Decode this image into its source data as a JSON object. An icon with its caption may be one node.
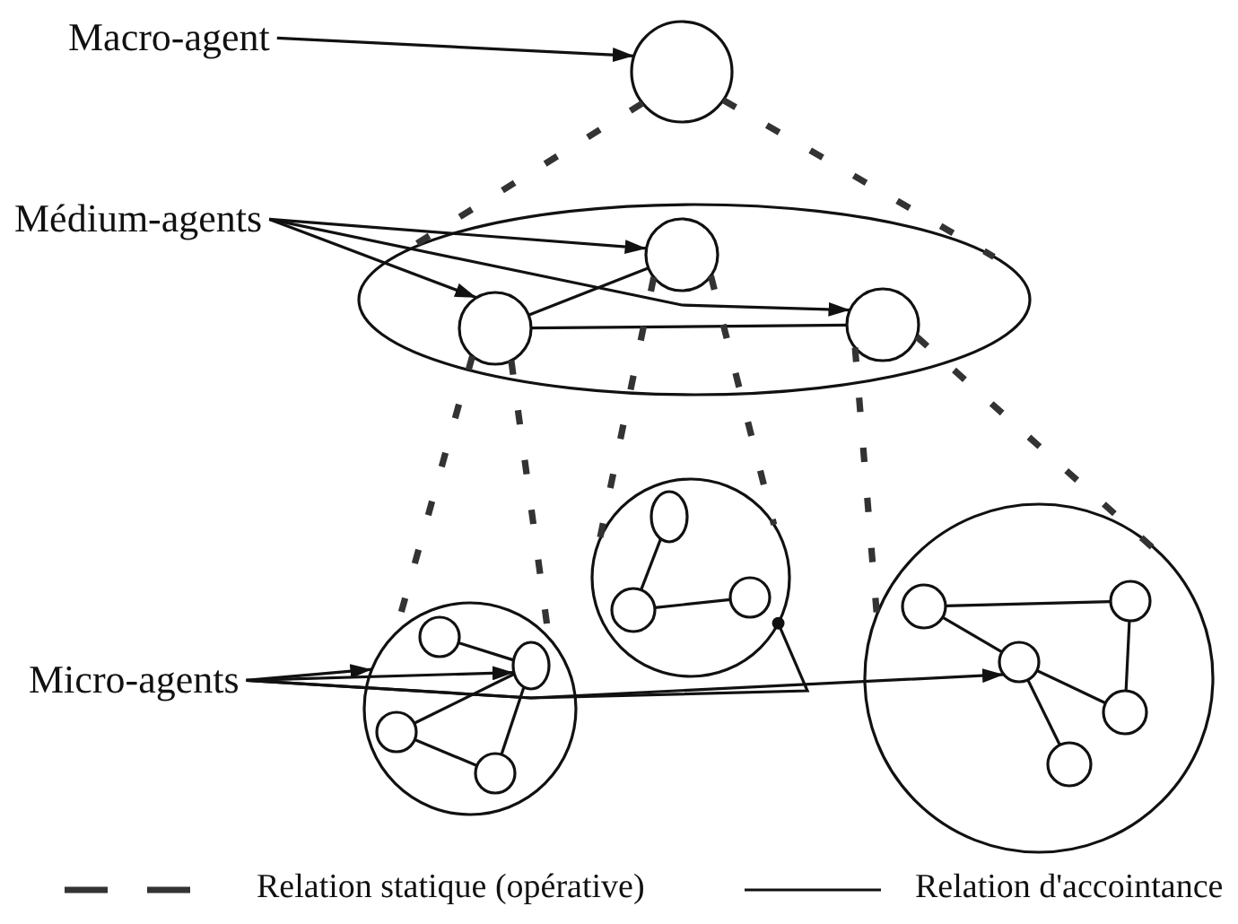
{
  "diagram": {
    "nodes": [
      {
        "text": [
          "Macro-agent"
        ]
      },
      {
        "text": [],
        "shape": "circle"
      },
      {
        "text": [
          "Médium-agents"
        ]
      },
      {
        "text": [],
        "shape": "ellipse"
      },
      {
        "text": [],
        "shape": "circle",
        "in": 3
      },
      {
        "text": [],
        "shape": "circle",
        "in": 3
      },
      {
        "text": [],
        "shape": "circle",
        "in": 3
      },
      {
        "text": [
          "Micro-agents"
        ]
      },
      {
        "text": [],
        "shape": "circle"
      },
      {
        "text": [],
        "shape": "circle",
        "in": 8
      },
      {
        "text": [],
        "shape": "ellipse",
        "in": 8
      },
      {
        "text": [],
        "shape": "circle",
        "in": 8
      },
      {
        "text": [],
        "shape": "circle",
        "in": 8
      },
      {
        "text": [],
        "shape": "circle"
      },
      {
        "text": [],
        "shape": "ellipse",
        "in": 13
      },
      {
        "text": [],
        "shape": "circle",
        "in": 13
      },
      {
        "text": [],
        "shape": "circle",
        "in": 13
      },
      {
        "text": [],
        "shape": "circle"
      },
      {
        "text": [],
        "shape": "circle",
        "in": 17
      },
      {
        "text": [],
        "shape": "circle",
        "in": 17
      },
      {
        "text": [],
        "shape": "circle",
        "in": 17
      },
      {
        "text": [],
        "shape": "circle",
        "in": 17
      },
      {
        "text": [],
        "shape": "circle",
        "in": 17
      }
    ],
    "edges": [
      {
        "from": 4,
        "to": 5,
        "arrow": "none"
      },
      {
        "from": 4,
        "to": 6,
        "arrow": "none"
      },
      {
        "from": 9,
        "to": 10,
        "arrow": "none"
      },
      {
        "from": 10,
        "to": 11,
        "arrow": "none"
      },
      {
        "from": 10,
        "to": 12,
        "arrow": "none"
      },
      {
        "from": 11,
        "to": 12,
        "arrow": "none"
      },
      {
        "from": 14,
        "to": 15,
        "arrow": "none"
      },
      {
        "from": 15,
        "to": 16,
        "arrow": "none"
      },
      {
        "from": 18,
        "to": 19,
        "arrow": "none"
      },
      {
        "from": 18,
        "to": 20,
        "arrow": "none"
      },
      {
        "from": 20,
        "to": 21,
        "arrow": "none"
      },
      {
        "from": 19,
        "to": 21,
        "arrow": "none"
      },
      {
        "from": 20,
        "to": 22,
        "arrow": "none"
      },
      {
        "from": 1,
        "to": 3,
        "arrow": "none",
        "style": "dashed"
      },
      {
        "from": 1,
        "to": 3,
        "arrow": "none",
        "style": "dashed"
      },
      {
        "from": 4,
        "to": 8,
        "arrow": "none",
        "style": "dashed"
      },
      {
        "from": 4,
        "to": 8,
        "arrow": "none",
        "style": "dashed"
      },
      {
        "from": 5,
        "to": 13,
        "arrow": "none",
        "style": "dashed"
      },
      {
        "from": 5,
        "to": 13,
        "arrow": "none",
        "style": "dashed"
      },
      {
        "from": 6,
        "to": 17,
        "arrow": "none",
        "style": "dashed"
      },
      {
        "from": 6,
        "to": 17,
        "arrow": "none",
        "style": "dashed"
      },
      {
        "from": 0,
        "to": 1,
        "arrow": "to"
      },
      {
        "from": 2,
        "to": 5,
        "arrow": "to"
      },
      {
        "from": 2,
        "to": 4,
        "arrow": "to"
      },
      {
        "from": 2,
        "to": 6,
        "arrow": "to"
      },
      {
        "from": 7,
        "to": 8,
        "arrow": "to"
      },
      {
        "from": 7,
        "to": 10,
        "arrow": "to"
      },
      {
        "from": 7,
        "to": 20,
        "arrow": "to"
      },
      {
        "from": 7,
        "to": 13,
        "arrow": "other"
      }
    ],
    "legend": [
      {
        "text": "Relation statique (opérative)"
      },
      {
        "text": "Relation d'accointance"
      }
    ]
  }
}
